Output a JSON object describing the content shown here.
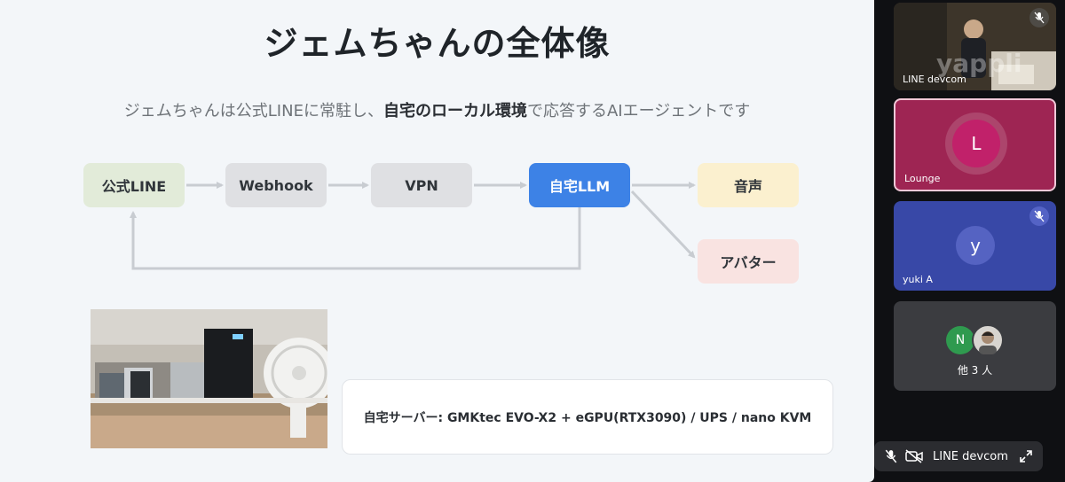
{
  "slide": {
    "title": "ジェムちゃんの全体像",
    "subtitle_pre": "ジェムちゃんは公式LINEに常駐し、",
    "subtitle_bold": "自宅のローカル環境",
    "subtitle_post": "で応答するAIエージェントです",
    "flow": {
      "nodes": {
        "line": "公式LINE",
        "webhook": "Webhook",
        "vpn": "VPN",
        "llm": "自宅LLM",
        "voice": "音声",
        "avatar": "アバター"
      },
      "colors": {
        "line": "#e2ebd9",
        "gray": "#dfe0e3",
        "llm": "#3d82e6",
        "voice": "#fbf0cf",
        "avatar": "#f9e3e1",
        "arrow": "#c8ccd1"
      }
    },
    "spec": "自宅サーバー: GMKtec EVO-X2 + eGPU(RTX3090) / UPS / nano KVM"
  },
  "participants": {
    "camera": {
      "name": "LINE devcom",
      "watermark": "yappli",
      "icon": "mic-off-icon"
    },
    "lounge": {
      "name": "Lounge",
      "initial": "L",
      "color": "#9e2553"
    },
    "yuki": {
      "name": "yuki A",
      "initial": "y",
      "color": "#3848a7",
      "icon": "mic-off-icon"
    },
    "others": {
      "initial": "N",
      "label": "他 3 人",
      "avatar_color": "#2f9a4f"
    }
  },
  "self_view": {
    "name": "LINE devcom",
    "icons": [
      "mic-off-icon",
      "camera-off-icon",
      "expand-icon"
    ]
  }
}
